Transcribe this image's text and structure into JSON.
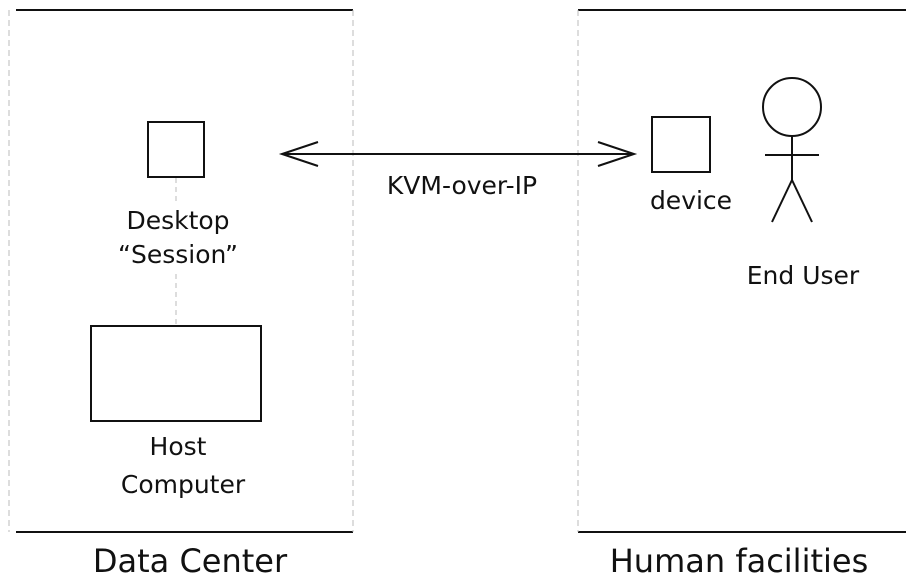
{
  "labels": {
    "desktop_line1": "Desktop",
    "desktop_line2": "“Session”",
    "host_line1": "Host",
    "host_line2": "Computer",
    "link": "KVM-over-IP",
    "device": "device",
    "end_user": "End User",
    "zone_left": "Data Center",
    "zone_right": "Human facilities"
  },
  "colors": {
    "stroke": "#111111",
    "dashed": "#bbbbbb",
    "background": "#ffffff"
  }
}
